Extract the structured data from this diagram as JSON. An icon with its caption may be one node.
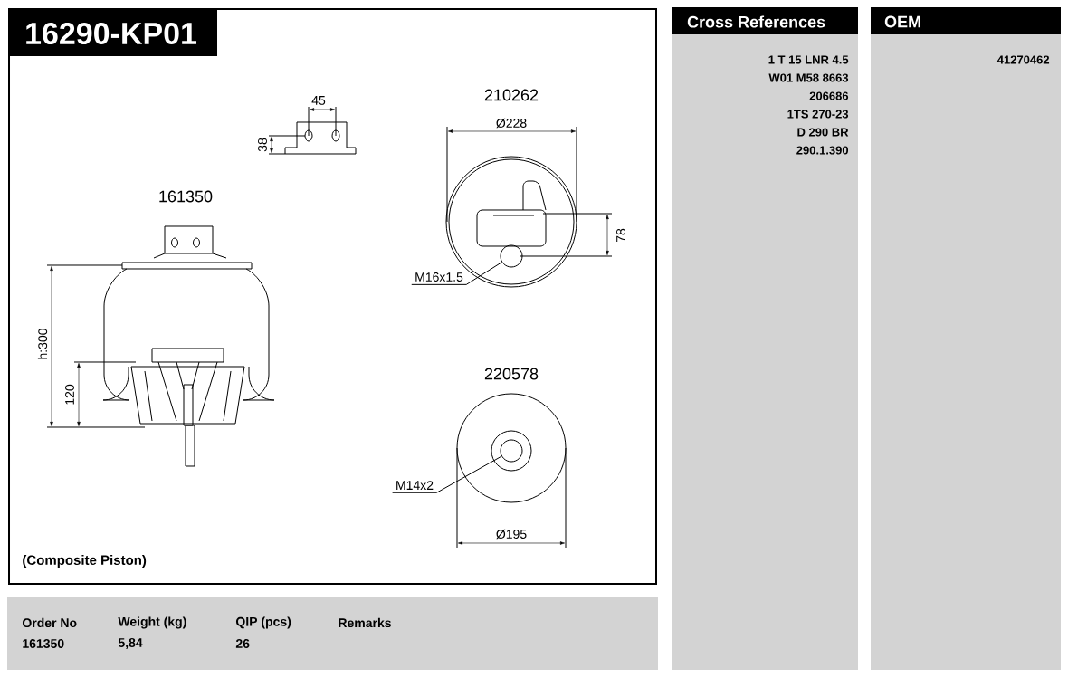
{
  "diagram": {
    "title": "16290-KP01",
    "nodes": [
      {
        "text": [
          "M16x1.5"
        ]
      },
      {
        "text": [],
        "shape": "circle"
      },
      {
        "text": [
          "M14x2"
        ]
      },
      {
        "text": [],
        "shape": "circle"
      }
    ],
    "edges": [
      {
        "from": 0,
        "to": 1,
        "arrow": "none"
      },
      {
        "from": 2,
        "to": 3,
        "arrow": "none"
      }
    ],
    "labels": [
      "45",
      "38",
      "210262",
      "Ø228",
      "161350",
      "78",
      "h:300",
      "120",
      "220578",
      "Ø195",
      "(Composite Piston)",
      "Cross References",
      "1 T 15 LNR 4.5",
      "W01 M58 8663",
      "206686",
      "1TS 270-23",
      "D 290 BR",
      "290.1.390",
      "OEM",
      "41270462",
      "Order No",
      "Weight (kg)",
      "QIP (pcs)",
      "Remarks",
      "161350",
      "5,84",
      "26"
    ]
  }
}
